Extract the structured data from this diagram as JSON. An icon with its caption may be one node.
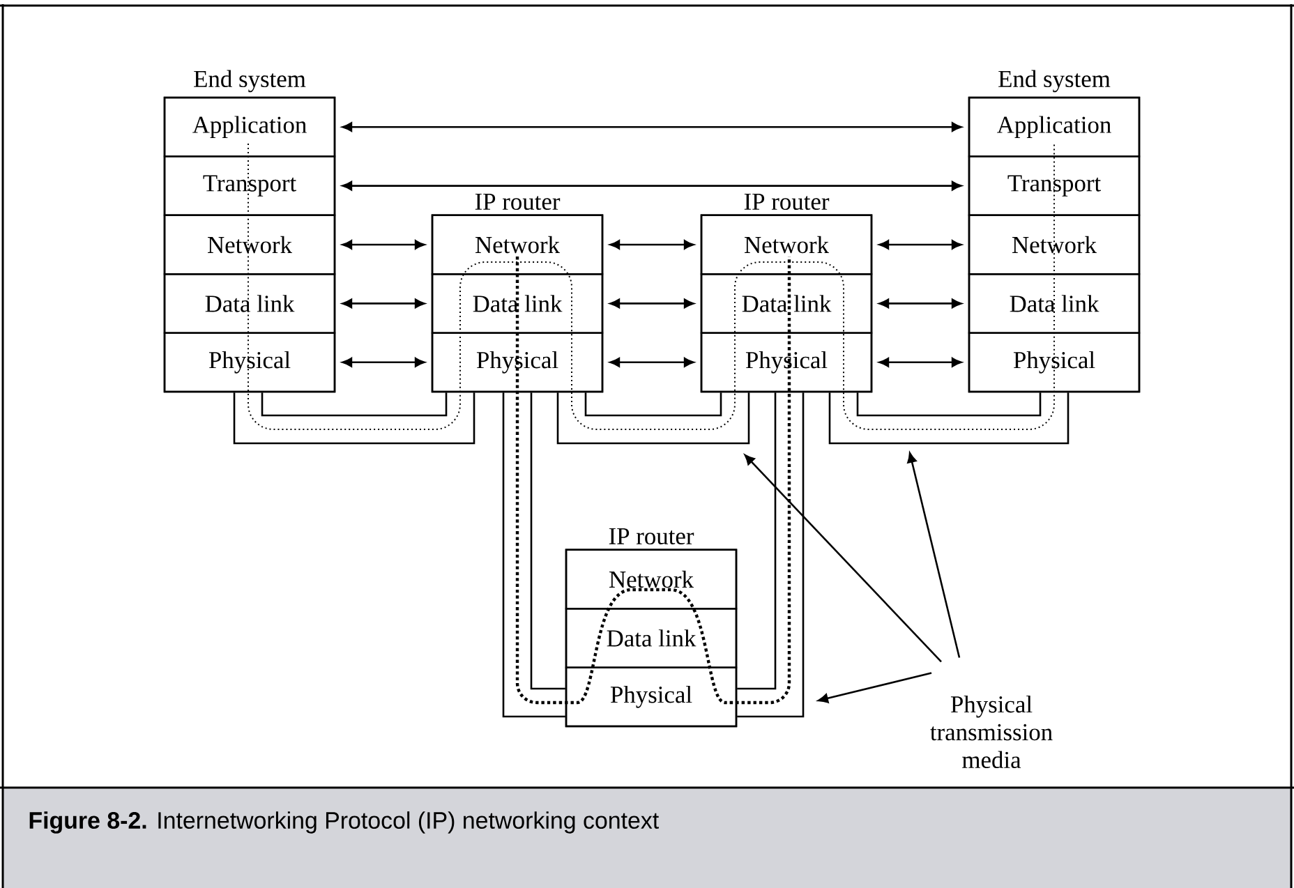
{
  "diagram": {
    "caption": "**Figure 8-2.** Internetworking Protocol (IP) networking context",
    "nodes": [
      {
        "text": [
          "End system"
        ]
      },
      {
        "text": [
          "Application"
        ],
        "in": 0
      },
      {
        "text": [
          "Transport"
        ],
        "in": 0
      },
      {
        "text": [
          "Network"
        ],
        "in": 0
      },
      {
        "text": [
          "Data link"
        ],
        "in": 0
      },
      {
        "text": [
          "Physical"
        ],
        "in": 0
      },
      {
        "text": [
          "IP router"
        ]
      },
      {
        "text": [
          "Network"
        ],
        "in": 6
      },
      {
        "text": [
          "Data link"
        ],
        "in": 6
      },
      {
        "text": [
          "Physical"
        ],
        "in": 6
      },
      {
        "text": [
          "IP router"
        ]
      },
      {
        "text": [
          "Network"
        ],
        "in": 10
      },
      {
        "text": [
          "Data link"
        ],
        "in": 10
      },
      {
        "text": [
          "Physical"
        ],
        "in": 10
      },
      {
        "text": [
          "End system"
        ]
      },
      {
        "text": [
          "Application"
        ],
        "in": 14
      },
      {
        "text": [
          "Transport"
        ],
        "in": 14
      },
      {
        "text": [
          "Network"
        ],
        "in": 14
      },
      {
        "text": [
          "Data link"
        ],
        "in": 14
      },
      {
        "text": [
          "Physical"
        ],
        "in": 14
      },
      {
        "text": [
          "IP router"
        ]
      },
      {
        "text": [
          "Network"
        ],
        "in": 20
      },
      {
        "text": [
          "Data link"
        ],
        "in": 20
      },
      {
        "text": [
          "Physical"
        ],
        "in": 20
      },
      {
        "text": [
          "Physical transmission media"
        ]
      }
    ],
    "edges": [
      {
        "from": 1,
        "to": 15,
        "arrow": "both"
      },
      {
        "from": 2,
        "to": 16,
        "arrow": "both"
      },
      {
        "from": 3,
        "to": 7,
        "arrow": "both"
      },
      {
        "from": 7,
        "to": 11,
        "arrow": "both"
      },
      {
        "from": 11,
        "to": 17,
        "arrow": "both"
      },
      {
        "from": 4,
        "to": 8,
        "arrow": "both"
      },
      {
        "from": 8,
        "to": 12,
        "arrow": "both"
      },
      {
        "from": 12,
        "to": 18,
        "arrow": "both"
      },
      {
        "from": 5,
        "to": 9,
        "arrow": "both"
      },
      {
        "from": 9,
        "to": 13,
        "arrow": "both"
      },
      {
        "from": 13,
        "to": 19,
        "arrow": "both"
      },
      {
        "from": 5,
        "to": 9,
        "arrow": "none"
      },
      {
        "from": 9,
        "to": 13,
        "arrow": "none"
      },
      {
        "from": 13,
        "to": 19,
        "arrow": "none"
      },
      {
        "from": 9,
        "to": 23,
        "arrow": "none"
      },
      {
        "from": 13,
        "to": 23,
        "arrow": "none"
      },
      {
        "from": 24,
        "to": null,
        "arrow": "to"
      },
      {
        "from": 24,
        "to": null,
        "arrow": "to"
      },
      {
        "from": 24,
        "to": null,
        "arrow": "to"
      }
    ]
  }
}
